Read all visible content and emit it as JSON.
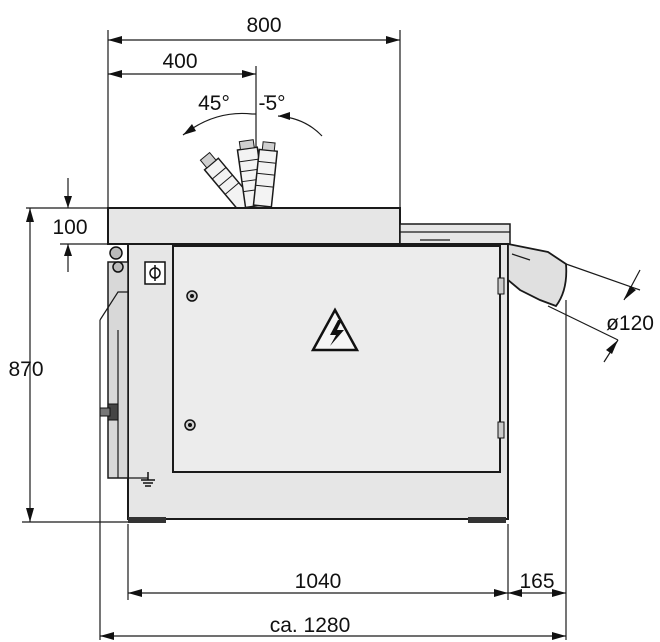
{
  "dimensions": {
    "top_width": "800",
    "half_width": "400",
    "angle_left": "45°",
    "angle_right": "-5°",
    "top_thickness": "100",
    "height": "870",
    "hose_diameter": "ø120",
    "base_width": "1040",
    "outlet_length": "165",
    "total_width": "ca. 1280"
  },
  "symbols": {
    "warning_icon": "high-voltage-warning-icon",
    "socket_icon": "socket-icon",
    "ground_icon": "ground-symbol-icon"
  }
}
